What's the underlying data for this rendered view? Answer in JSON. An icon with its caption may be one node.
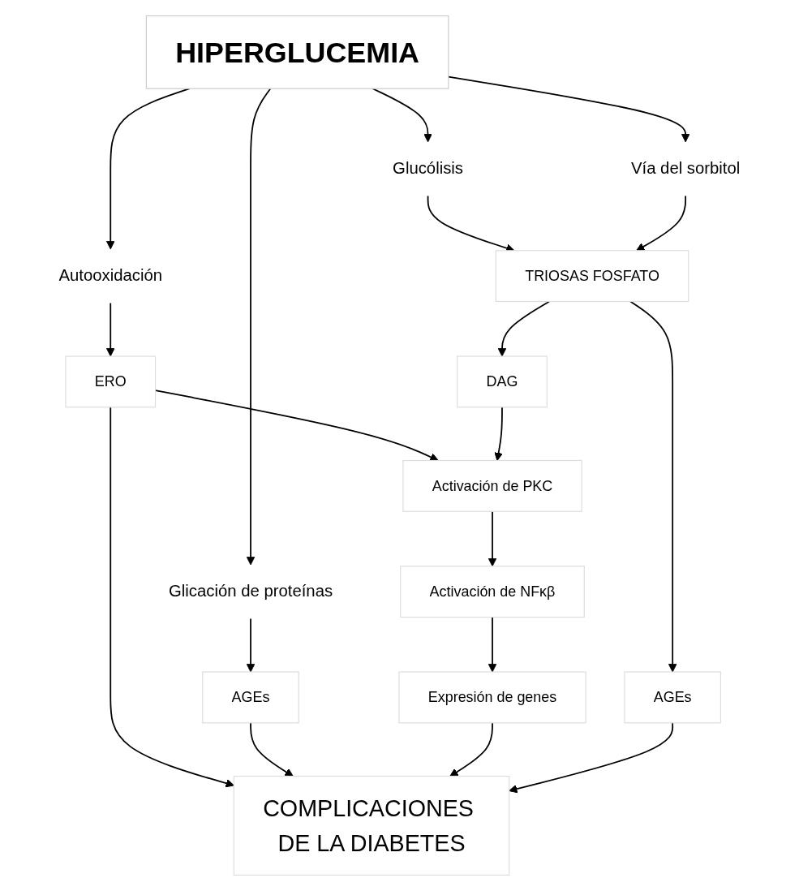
{
  "diagram": {
    "nodes": [
      {
        "text": [
          "HIPERGLUCEMIA"
        ]
      },
      {
        "text": [
          "Glucólisis"
        ]
      },
      {
        "text": [
          "Vía del sorbitol"
        ]
      },
      {
        "text": [
          "Autooxidación"
        ]
      },
      {
        "text": [
          "Glicación de proteínas"
        ]
      },
      {
        "text": [
          "TRIOSAS FOSFATO"
        ]
      },
      {
        "text": [
          "ERO"
        ]
      },
      {
        "text": [
          "AGEs"
        ]
      },
      {
        "text": [
          "DAG"
        ]
      },
      {
        "text": [
          "Activación de PKC"
        ]
      },
      {
        "text": [
          "COMPLICACIONES DE LA DIABETES"
        ]
      },
      {
        "text": [
          "Activación de NFκβ"
        ]
      },
      {
        "text": [
          "Expresión de genes"
        ]
      },
      {
        "text": [
          "AGEs"
        ]
      }
    ],
    "edges": [
      {
        "from": 0,
        "to": 1,
        "arrow": "to"
      },
      {
        "from": 0,
        "to": 2,
        "arrow": "to"
      },
      {
        "from": 0,
        "to": 3,
        "arrow": "to"
      },
      {
        "from": 0,
        "to": 4,
        "arrow": "to"
      },
      {
        "from": 1,
        "to": 5,
        "arrow": "to"
      },
      {
        "from": 2,
        "to": 5,
        "arrow": "to"
      },
      {
        "from": 3,
        "to": 6,
        "arrow": "to"
      },
      {
        "from": 4,
        "to": 7,
        "arrow": "to"
      },
      {
        "from": 5,
        "to": 8,
        "arrow": "to"
      },
      {
        "from": 6,
        "to": 9,
        "arrow": "to"
      },
      {
        "from": 6,
        "to": 10,
        "arrow": "to"
      },
      {
        "from": 7,
        "to": 10,
        "arrow": "to"
      },
      {
        "from": 8,
        "to": 9,
        "arrow": "to"
      },
      {
        "from": 9,
        "to": 11,
        "arrow": "to"
      },
      {
        "from": 11,
        "to": 12,
        "arrow": "to"
      },
      {
        "from": 12,
        "to": 10,
        "arrow": "to"
      },
      {
        "from": 13,
        "to": 10,
        "arrow": "to"
      },
      {
        "from": 5,
        "to": 13,
        "arrow": "to"
      }
    ]
  }
}
